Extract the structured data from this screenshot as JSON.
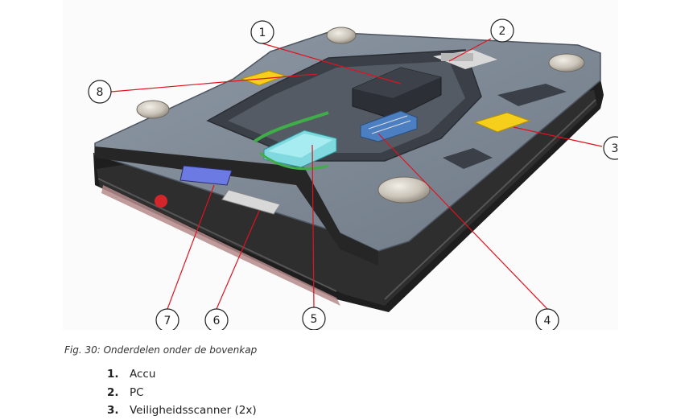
{
  "figure": {
    "callouts": [
      "1",
      "2",
      "3",
      "4",
      "5",
      "6",
      "7",
      "8"
    ],
    "colors": {
      "callout_line": "#e0121e",
      "plate": "#7f8a96",
      "frame": "#2a2a2a",
      "highlight_yellow": "#f6cf1d",
      "highlight_cyan": "#7fd9df",
      "highlight_blue": "#6c7ae3"
    }
  },
  "caption": "Fig. 30: Onderdelen onder de bovenkap",
  "parts": [
    {
      "number": "1.",
      "label": "Accu"
    },
    {
      "number": "2.",
      "label": "PC"
    },
    {
      "number": "3.",
      "label": "Veiligheidsscanner (2x)"
    }
  ]
}
